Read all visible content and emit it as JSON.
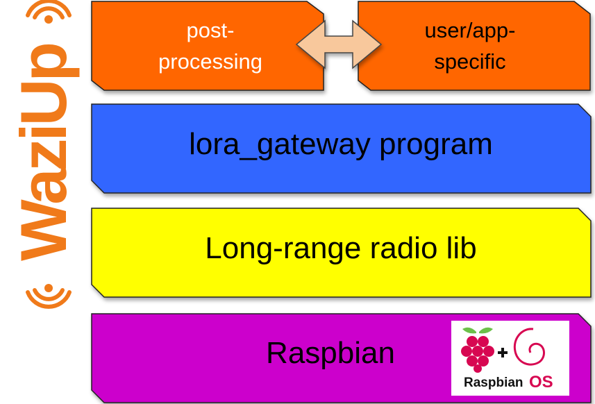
{
  "logo": {
    "text": "WaziUp"
  },
  "layers": {
    "post_processing": {
      "line1": "post-",
      "line2": "processing"
    },
    "user_app": {
      "line1": "user/app-",
      "line2": "specific"
    },
    "gateway": {
      "label": "lora_gateway program"
    },
    "radio": {
      "label": "Long-range radio lib"
    },
    "os": {
      "label": "Raspbian",
      "badge_text": "Raspbian",
      "badge_os": "OS"
    }
  },
  "colors": {
    "orange": "#ff6600",
    "blue": "#3366ff",
    "yellow": "#ffff00",
    "magenta": "#cc00cc",
    "arrow": "#f8c89c",
    "logo_orange": "#f07a1a",
    "badge_red": "#d70751"
  }
}
